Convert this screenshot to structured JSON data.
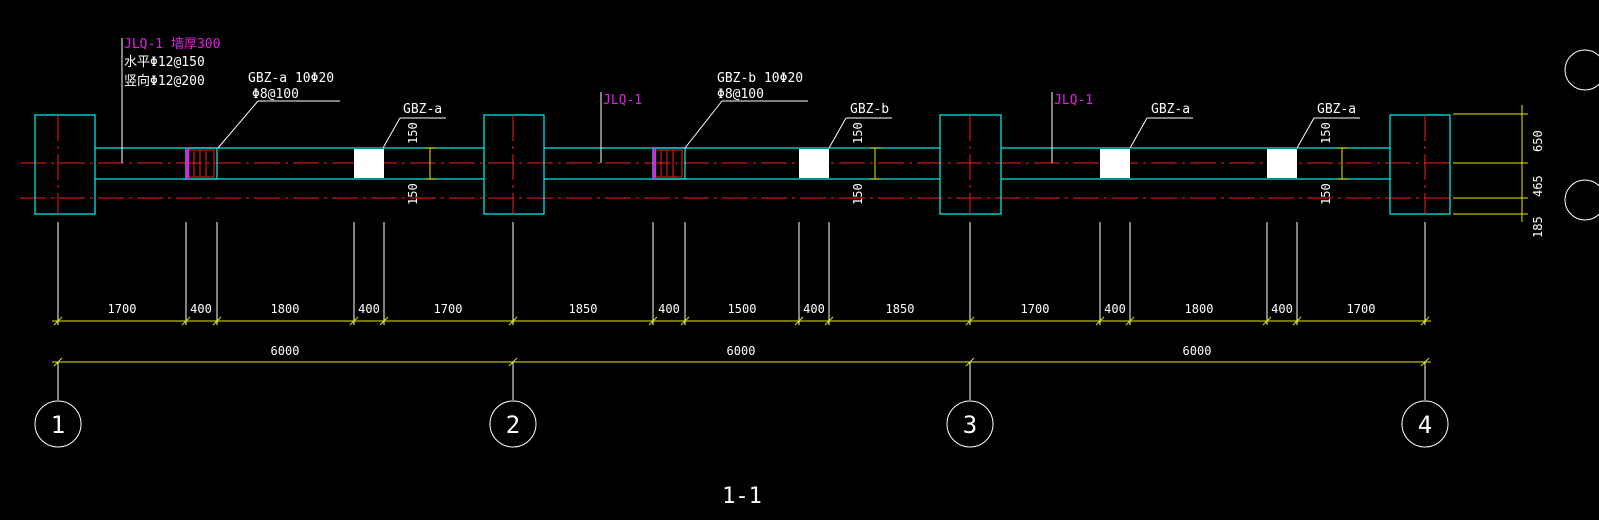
{
  "annotations": {
    "wall_title": "JLQ-1 墙厚300",
    "wall_horiz": "水平Φ12@150",
    "wall_vert": "竖向Φ12@200",
    "gbz_a_main": "GBZ-a 10Φ20",
    "gbz_a_stir": "Φ8@100",
    "gbz_b_main": "GBZ-b 10Φ20",
    "gbz_b_stir": "Φ8@100",
    "jlq_2": "JLQ-1",
    "jlq_3": "JLQ-1",
    "gbz_a_1": "GBZ-a",
    "gbz_b_1": "GBZ-b",
    "gbz_a_2": "GBZ-a",
    "gbz_a_3": "GBZ-a"
  },
  "segment_dims": [
    "1700",
    "400",
    "1800",
    "400",
    "1700",
    "1850",
    "400",
    "1500",
    "400",
    "1850",
    "1700",
    "400",
    "1800",
    "400",
    "1700"
  ],
  "span_dims": [
    "6000",
    "6000",
    "6000"
  ],
  "vert_dims": {
    "top_150": "150",
    "bot_150": "150",
    "right_650": "650",
    "right_465": "465",
    "right_185": "185"
  },
  "axes": [
    "1",
    "2",
    "3",
    "4"
  ],
  "section_title": "1-1",
  "colors": {
    "background": "#000000",
    "wall": "#00e5e5",
    "axis_line": "#ff1a1a",
    "dimension": "#e8e800",
    "text": "#ffffff",
    "label": "#e020e0"
  }
}
